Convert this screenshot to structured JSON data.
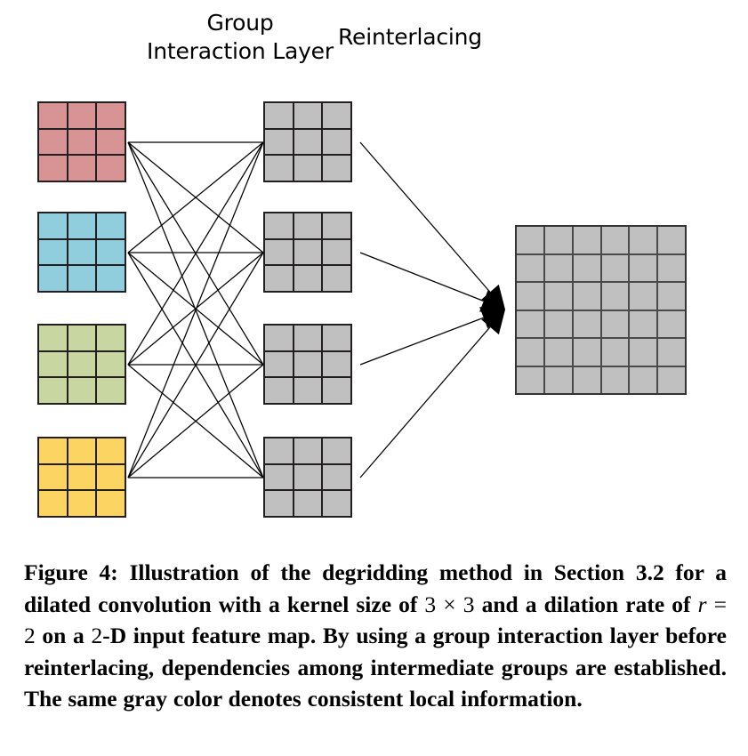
{
  "figure": {
    "headings": {
      "group_interaction_layer": "Group\nInteraction Layer",
      "reinterlacing": "Reinterlacing"
    },
    "caption": {
      "full_text": "Figure 4: Illustration of the degridding method in Section 3.2 for a dilated convolution with a kernel size of 3 × 3 and a dilation rate of r = 2 on a 2-D input feature map. By using a group interaction layer before reinterlacing, dependencies among intermediate groups are established. The same gray color denotes consistent local information.",
      "label": "Figure 4:",
      "seg_1": " Illustration of the degridding method in Section 3.2 for a dilated convolution with a kernel size of ",
      "math_kernel": "3 × 3",
      "seg_2": " and a dilation rate of ",
      "math_r": "r",
      "math_eq": " = ",
      "math_two": "2",
      "seg_3": " on a ",
      "math_twod": "2",
      "seg_4": "-D input feature map. By using a group interaction layer before reinterlacing, dependencies among intermediate groups are established. The same gray color denotes consistent local information."
    },
    "colors": {
      "input_group_1": "#d89494",
      "input_group_2": "#90cddd",
      "input_group_3": "#c8d7a2",
      "input_group_4": "#fcd462",
      "intermediate_gray": "#c0c0c0",
      "output_gray": "#c0c0c0",
      "stroke": "#231f20",
      "line": "#000000",
      "background": "#ffffff"
    },
    "input_groups": [
      {
        "name": "input-group-1",
        "color": "#d89494",
        "rows": 3,
        "cols": 3,
        "cells": 9
      },
      {
        "name": "input-group-2",
        "color": "#90cddd",
        "rows": 3,
        "cols": 3,
        "cells": 9
      },
      {
        "name": "input-group-3",
        "color": "#c8d7a2",
        "rows": 3,
        "cols": 3,
        "cells": 9
      },
      {
        "name": "input-group-4",
        "color": "#fcd462",
        "rows": 3,
        "cols": 3,
        "cells": 9
      }
    ],
    "intermediate_groups": [
      {
        "name": "intermediate-group-1",
        "color": "#c0c0c0",
        "rows": 3,
        "cols": 3,
        "cells": 9
      },
      {
        "name": "intermediate-group-2",
        "color": "#c0c0c0",
        "rows": 3,
        "cols": 3,
        "cells": 9
      },
      {
        "name": "intermediate-group-3",
        "color": "#c0c0c0",
        "rows": 3,
        "cols": 3,
        "cells": 9
      },
      {
        "name": "intermediate-group-4",
        "color": "#c0c0c0",
        "rows": 3,
        "cols": 3,
        "cells": 9
      }
    ],
    "output_map": {
      "name": "output-feature-map",
      "color": "#c0c0c0",
      "rows": 6,
      "cols": 6,
      "cells": 36
    },
    "connections": {
      "interaction_edges": 16,
      "reinterlacing_arrows": 4,
      "description": "fully-connected bipartite edges between the four input groups and the four intermediate groups; four converging arrows into the output feature map"
    }
  }
}
